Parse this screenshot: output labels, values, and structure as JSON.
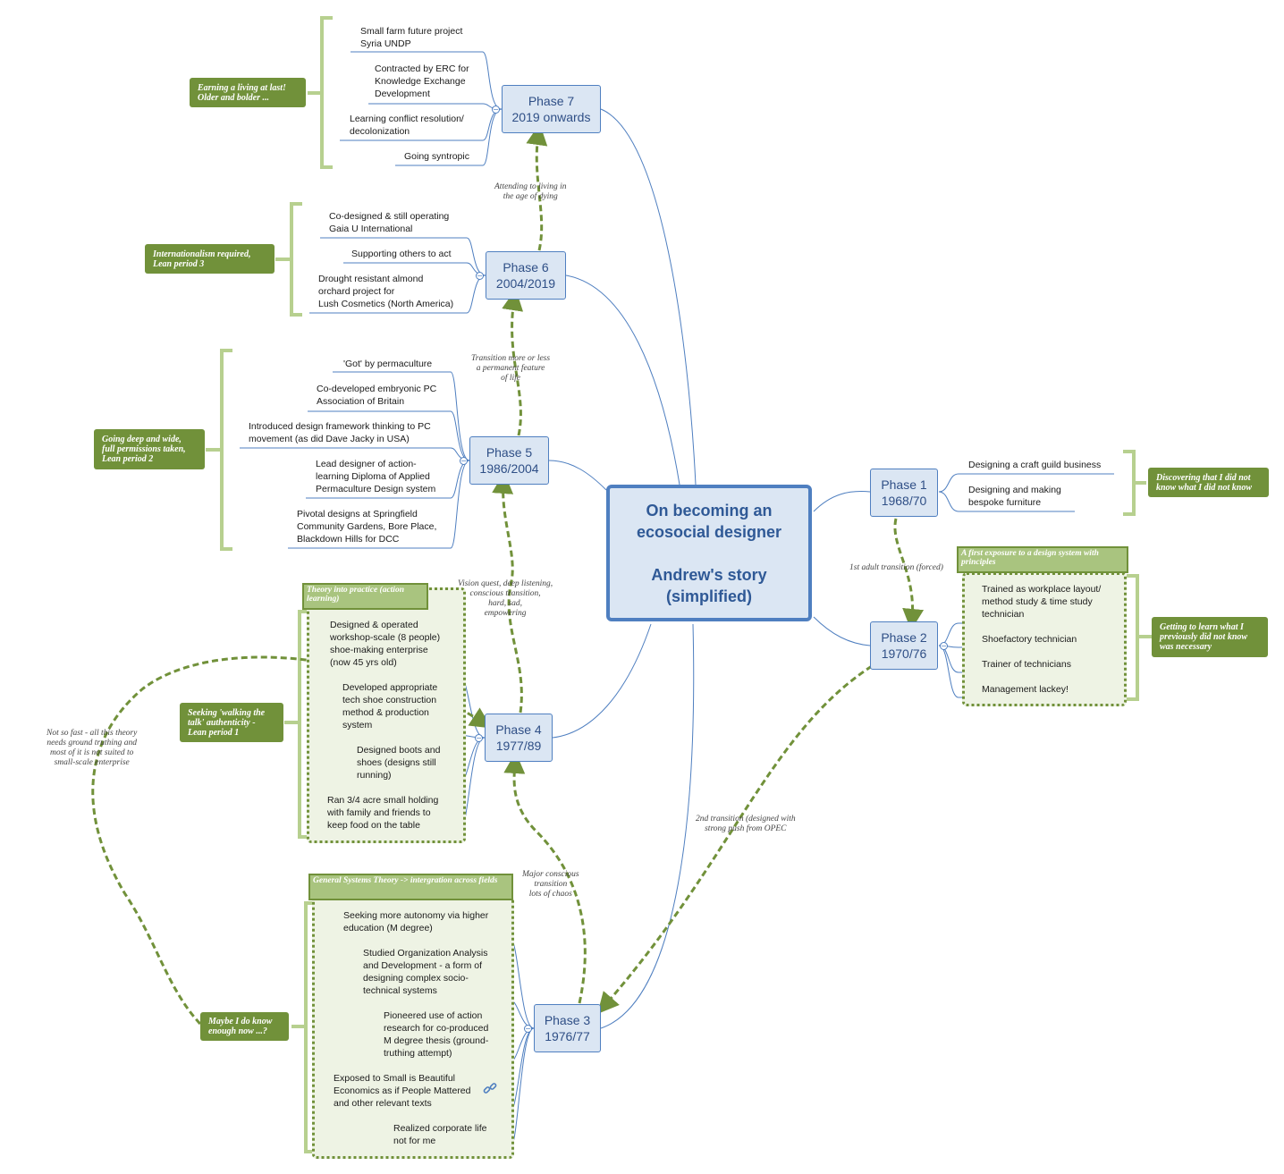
{
  "central": {
    "title": "On becoming an\necosocial designer\n\nAndrew's story\n(simplified)"
  },
  "phases": [
    {
      "name": "Phase 1",
      "years": "1968/70"
    },
    {
      "name": "Phase 2",
      "years": "1970/76"
    },
    {
      "name": "Phase 3",
      "years": "1976/77"
    },
    {
      "name": "Phase 4",
      "years": "1977/89"
    },
    {
      "name": "Phase 5",
      "years": "1986/2004"
    },
    {
      "name": "Phase 6",
      "years": "2004/2019"
    },
    {
      "name": "Phase 7",
      "years": "2019 onwards"
    }
  ],
  "subtopics": {
    "phase1": [
      "Designing a craft guild business",
      "Designing and making\nbespoke furniture"
    ],
    "phase2": [
      "Trained as workplace layout/\nmethod study & time study\ntechnician",
      "Shoefactory technician",
      "Trainer of technicians",
      "Management lackey!"
    ],
    "phase3": [
      "Seeking more autonomy via higher\neducation (M degree)",
      "Studied Organization Analysis\nand Development - a form of\ndesigning complex socio-\ntechnical systems",
      "Pioneered use of action\nresearch for co-produced\nM degree thesis (ground-\ntruthing attempt)",
      "Exposed to Small is Beautiful\nEconomics as if People Mattered\nand other relevant texts",
      "Realized corporate life\nnot for me"
    ],
    "phase4": [
      "Designed & operated\nworkshop-scale (8 people)\nshoe-making enterprise\n(now 45 yrs old)",
      "Developed appropriate\ntech shoe construction\nmethod & production\nsystem",
      "Designed boots and\nshoes (designs still\nrunning)",
      "Ran 3/4 acre small holding\nwith family and friends to\nkeep food on the table"
    ],
    "phase5": [
      "'Got' by permaculture",
      "Co-developed embryonic PC\nAssociation of Britain",
      "Introduced design framework thinking to PC\nmovement (as did Dave Jacky in USA)",
      "Lead designer of action-\nlearning Diploma of Applied\nPermaculture Design system",
      "Pivotal designs at Springfield\nCommunity Gardens, Bore Place,\nBlackdown Hills for DCC"
    ],
    "phase6": [
      "Co-designed & still operating\nGaia U International",
      "Supporting others to act",
      "Drought resistant almond\norchard project for\nLush Cosmetics (North America)"
    ],
    "phase7": [
      "Small farm future project\nSyria UNDP",
      "Contracted by ERC for\nKnowledge Exchange\nDevelopment",
      "Learning conflict resolution/\ndecolonization",
      "Going syntropic"
    ]
  },
  "notes": {
    "phase1": "Discovering that I did not\nknow what I did not know",
    "phase2": "Getting to learn what I\npreviously did not know\nwas necessary",
    "phase3": "Maybe I do know\nenough now ...?",
    "phase4": "Seeking 'walking the\ntalk' authenticity -\nLean period 1",
    "phase5": "Going deep and wide,\nfull permissions taken,\nLean period 2",
    "phase6": "Internationalism required,\nLean period 3",
    "phase7": "Earning a living at last!\nOlder and bolder ..."
  },
  "group_titles": {
    "phase2": "A first exposure to a design system with principles",
    "phase3": "General Systems Theory -> intergration across fields",
    "phase4": "Theory into practice (action learning)"
  },
  "transitions": {
    "p1_p2": "1st adult transition (forced)",
    "p2_p3": "2nd transition (designed with\nstrong push from OPEC",
    "p3_p4": "Major conscious\ntransition\nlots of chaos",
    "p4_p5": "Vision quest, deep listening,\nconscious transition,\nhard, sad,\nempowering",
    "p5_p6": "Transition more or less\na permanent feature\nof life",
    "p6_p7": "Attending to living in\nthe age of dying",
    "p4_p3_back": "Not so fast - all this theory\nneeds ground truthing and\nmost of it is not suited to\nsmall-scale enterprise"
  },
  "colors": {
    "topic_border": "#4f7fc0",
    "topic_fill": "#dbe6f3",
    "central_text": "#2f5996",
    "note_fill": "#71913a",
    "bracket": "#b7d08f",
    "group_fill": "#eef3e4"
  },
  "icons": {
    "collapse": "minus-circle-icon",
    "link": "link-icon"
  }
}
